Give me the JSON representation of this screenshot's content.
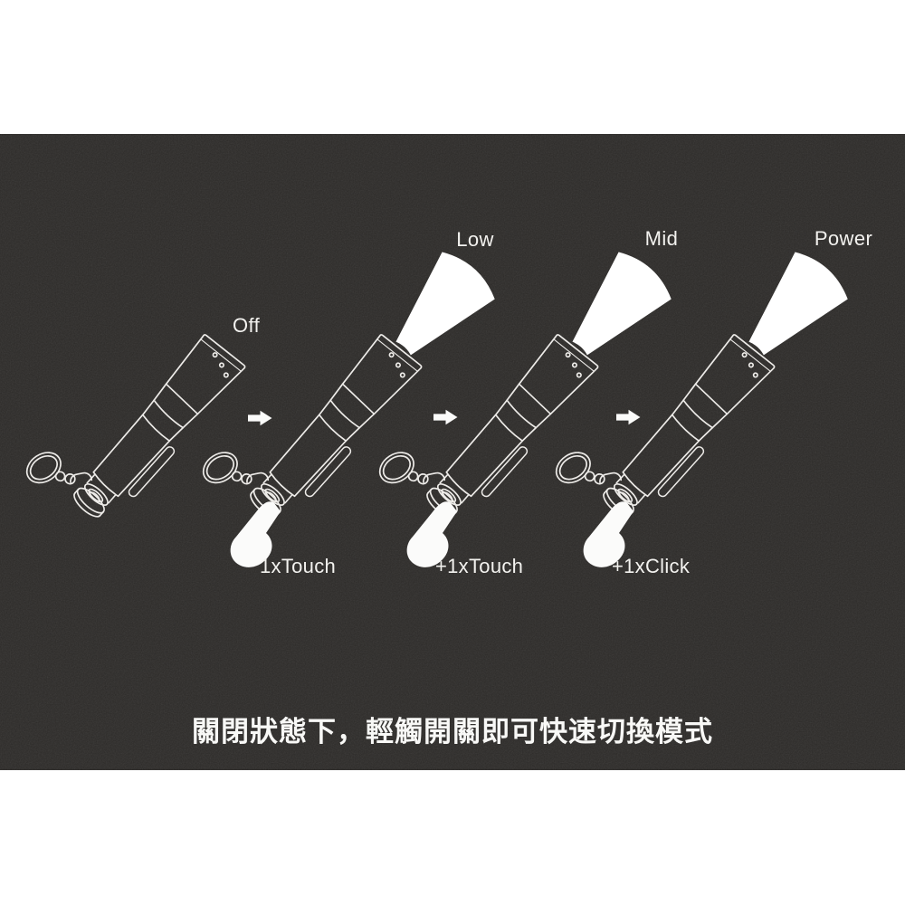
{
  "panel": {
    "background_color": "#2c2a28",
    "line_color": "#edebe8",
    "beam_color": "#ffffff",
    "text_color": "#f3f2ef"
  },
  "modes": [
    {
      "label": "Off",
      "action": "",
      "beam": false
    },
    {
      "label": "Low",
      "action": "1xTouch",
      "beam": true
    },
    {
      "label": "Mid",
      "action": "+1xTouch",
      "beam": true
    },
    {
      "label": "Power",
      "action": "+1xClick",
      "beam": true
    }
  ],
  "caption": "關閉狀態下，輕觸開關即可快速切換模式",
  "icons": {
    "flashlight": "flashlight-line-art",
    "beam": "light-beam-cone",
    "finger": "finger-press",
    "arrow": "right-arrow"
  }
}
